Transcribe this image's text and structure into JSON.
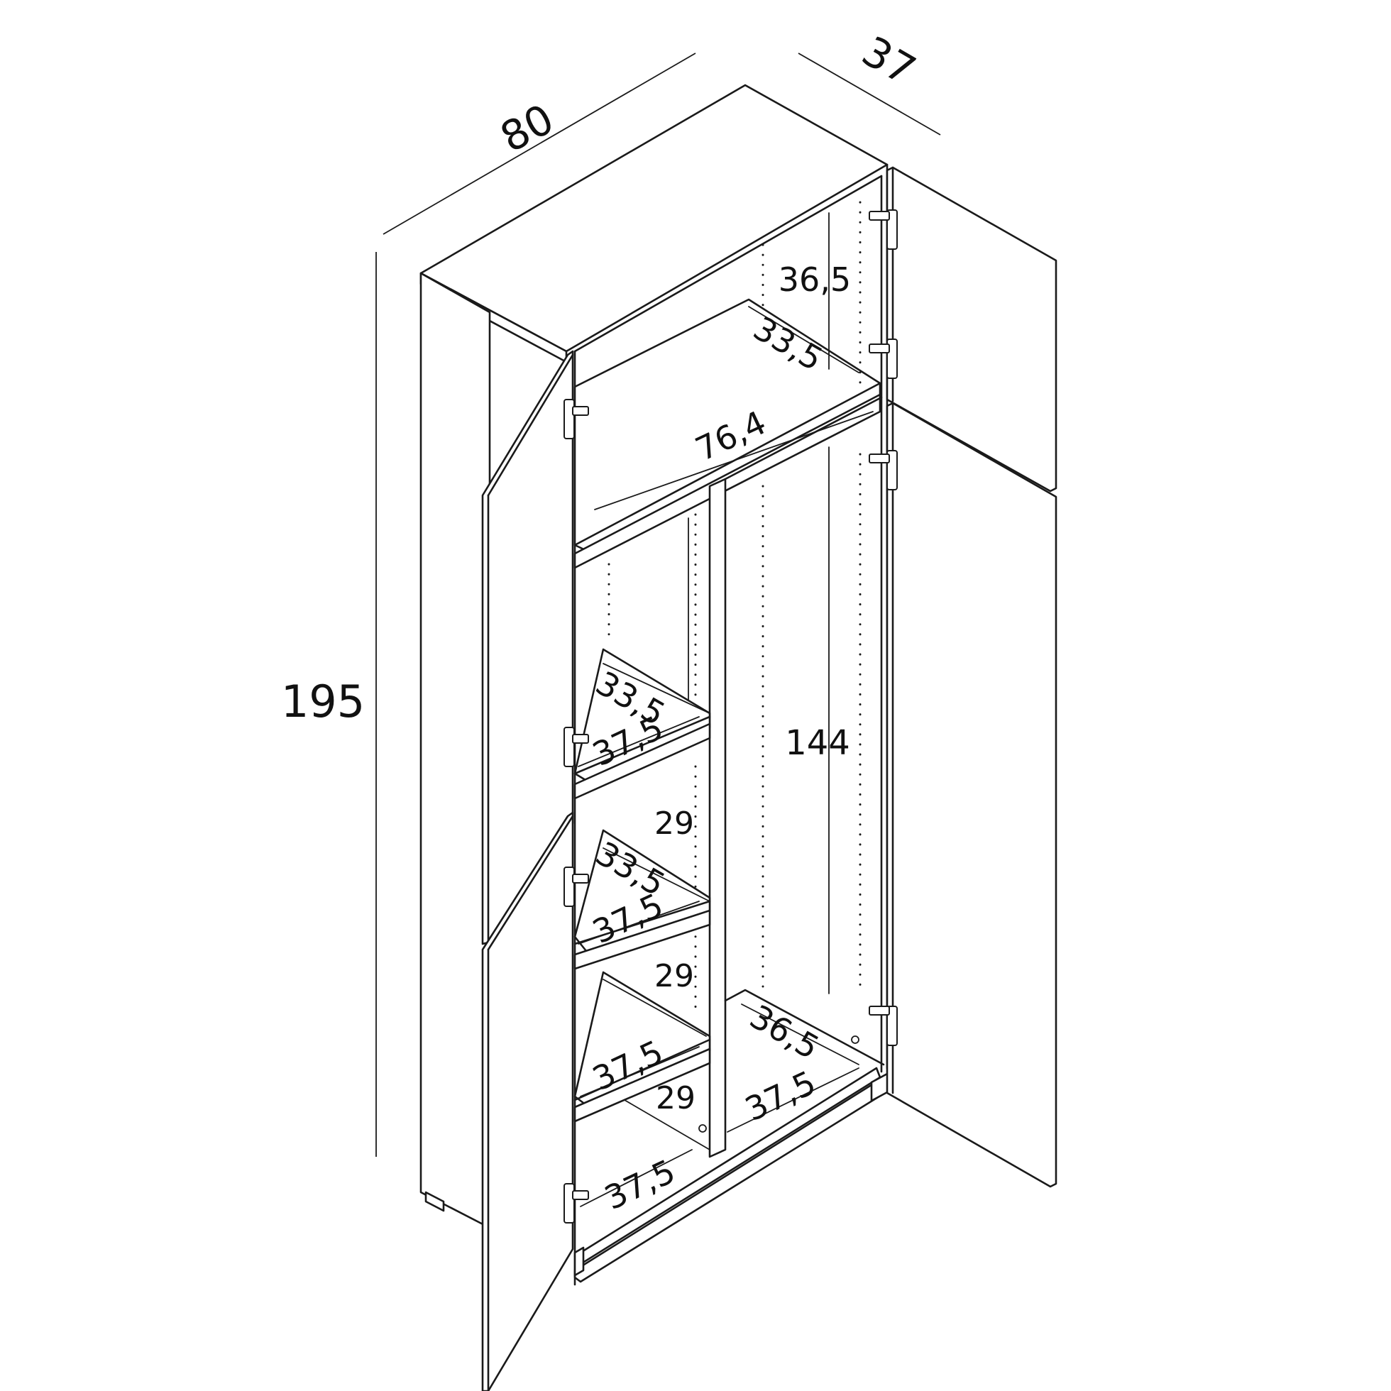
{
  "dimensions": {
    "overall_width": "80",
    "overall_depth": "37",
    "overall_height": "195",
    "top_compartment_height": "36,5",
    "top_shelf_depth": "33,5",
    "top_inner_width": "76,4",
    "hanging_height": "144",
    "left_shelf_1_depth": "33,5",
    "left_shelf_1_width": "37,5",
    "left_gap_1": "29",
    "left_shelf_2_depth": "33,5",
    "left_shelf_2_width": "37,5",
    "left_gap_2": "29",
    "left_shelf_3_width": "37,5",
    "left_gap_3": "29",
    "left_bottom_width": "37,5",
    "right_bottom_depth": "36,5",
    "right_bottom_width": "37,5"
  }
}
